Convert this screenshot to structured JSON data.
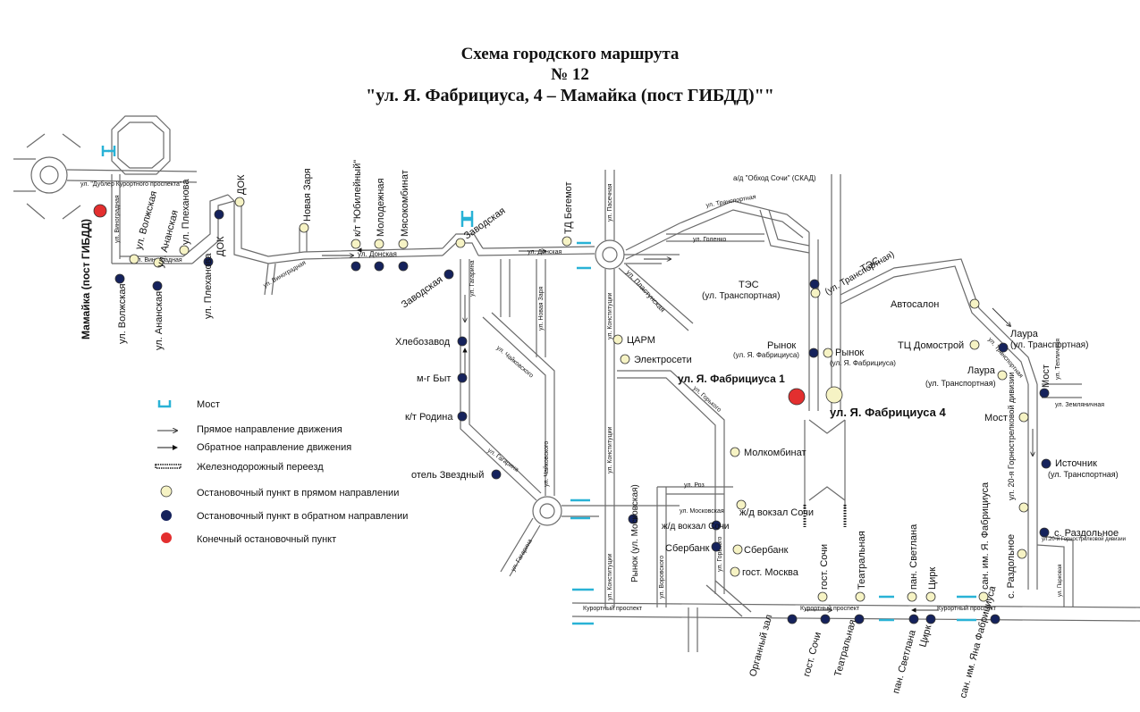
{
  "title": {
    "line1": "Схема городского маршрута",
    "line2": "№ 12",
    "line3": "\"ул. Я. Фабрициуса, 4 – Мамайка (пост ГИБДД)\"\""
  },
  "colors": {
    "forward_stop": "#f6f3c4",
    "backward_stop": "#15225c",
    "terminal_stop": "#e32f2f",
    "bridge": "#29b2d6",
    "road": "#6b6b6b"
  },
  "legend": [
    {
      "symbol": "bridge-icon",
      "text": "Мост"
    },
    {
      "symbol": "forward-arrow-icon",
      "text": "Прямое направление движения"
    },
    {
      "symbol": "backward-arrow-icon",
      "text": "Обратное направление движения"
    },
    {
      "symbol": "railway-crossing-icon",
      "text": "Железнодорожный переезд"
    },
    {
      "symbol": "forward-stop-icon",
      "text": "Остановочный пункт в прямом направлении"
    },
    {
      "symbol": "backward-stop-icon",
      "text": "Остановочный пункт в обратном направлении"
    },
    {
      "symbol": "terminal-stop-icon",
      "text": "Конечный остановочный пункт"
    }
  ],
  "streets": {
    "dublior": "ул. \"Дублер Курортного проспекта\"",
    "vinogradnaya_1": "ул. Виноградная",
    "vinogradnaya_2": "ул. Виноградная",
    "vinogradnaya_3": "ул. Виноградная",
    "donskaya_1": "ул. Донская",
    "donskaya_2": "ул. Донская",
    "gagarina_1": "ул. Гагарина",
    "gagarina_2": "ул. Гагарина",
    "gagarina_3": "ул. Гагарина",
    "chaikovskogo_1": "ул. Чайковского",
    "chaikovskogo_2": "ул. Чайковского",
    "novaya_zarya": "ул. Новая Заря",
    "pasechnaya": "ул. Пасечная",
    "pastuhova": "ул. Пластунская",
    "konstitucii_1": "ул. Конституции",
    "konstitucii_2": "ул. Конституции",
    "konstitucii_3": "ул. Конституции",
    "transportnaya": "ул. Транспортная",
    "golenko": "ул. Голенко",
    "obhod": "а/д \"Обход Сочи\" (СКАД)",
    "gorkogo_1": "ул. Горького",
    "gorkogo_2": "ул. Горького",
    "moskovskaya": "ул. Московская",
    "roz": "ул. Роз",
    "voroshilova": "ул. Воровского",
    "kurortny_1": "Курортный проспект",
    "kurortny_2": "Курортный проспект",
    "kurortny_3": "Курортный проспект",
    "transport_3": "ул. Транспортная",
    "zemlyanich": "ул. Земляничная",
    "tepl": "ул. Тепличная",
    "gornostrelk": "ул.20-й Горнострелковой дивизии",
    "parkovaya": "ул. Парковая"
  },
  "stops": {
    "mamaika": "Мамайка (пост ГИБДД)",
    "volzhskaya_f": "ул. Волжская",
    "volzhskaya_b": "ул. Волжская",
    "ananskaya_f": "ул. Ананская",
    "ananskaya_b": "ул. Ананская",
    "plekhanova_f": "ул. Плеханова",
    "plekhanova_b": "ул. Плеханова",
    "dok_f": "ДОК",
    "dok_b": "ДОК",
    "novaya_zarya": "Новая Заря",
    "yubileyny": "к/т \"Юбилейный\"",
    "molodezhnaya": "Молодежная",
    "myasokombinat": "Мясокомбинат",
    "zavodskaya_f": "Заводская",
    "zavodskaya_b": "Заводская",
    "td_begemot": "ТД Бегемот",
    "hlebozavod": "Хлебозавод",
    "mg_byt": "м-г Быт",
    "kt_rodina": "к/т Родина",
    "otel_zvezdny": "отель Звездный",
    "tsarm": "ЦАРМ",
    "elektroseti": "Электросети",
    "tes_b": "ТЭС",
    "tes_b_sub": "(ул. Транспортная)",
    "tes_f": "ТЭС",
    "tes_f_sub": "(ул. Транспортная)",
    "rynok_b": "Рынок",
    "rynok_b_sub": "(ул. Я. Фабрициуса)",
    "rynok_f": "Рынок",
    "rynok_f_sub": "(ул. Я. Фабрициуса)",
    "fabr_1": "ул. Я. Фабрициуса 1",
    "fabr_4": "ул. Я. Фабрициуса 4",
    "avtosalon": "Автосалон",
    "tc_domostroy": "ТЦ Домострой",
    "laura_b": "Лаура",
    "laura_b_sub": "(ул. Транспортная)",
    "laura_f": "Лаура",
    "laura_f_sub": "(ул. Транспортная)",
    "most_b": "Мост",
    "most_f": "Мост",
    "istochnik": "Источник",
    "istochnik_sub": "(ул. Транспортная)",
    "razdolnoe_b": "с. Раздольное",
    "razdolnoe_f": "с. Раздольное",
    "molkombinat": "Молкомбинат",
    "zhd_vokzal_f": "ж/д вокзал Сочи",
    "zhd_vokzal_b": "ж/д вокзал Сочи",
    "sberbank_f": "Сбербанк",
    "sberbank_b": "Сбербанк",
    "gost_moskva": "гост. Москва",
    "rynok_moskovskaya": "Рынок (ул. Московская)",
    "gost_sochi_f": "гост. Сочи",
    "gost_sochi_b": "гост. Сочи",
    "teatralnaya_f": "Театральная",
    "teatralnaya_b": "Театральная",
    "svetlana_f": "пан. Светлана",
    "svetlana_b": "пан. Светлана",
    "cirk_f": "Цирк",
    "cirk_b": "Цирк",
    "san_fabr_f": "сан. им. Я. Фабрициуса",
    "san_fabr_b": "сан. им. Яна Фабрициуса",
    "organny_zal": "Органный зал",
    "gornostr_20": "ул. 20-я Горнострелковой дивизии"
  }
}
